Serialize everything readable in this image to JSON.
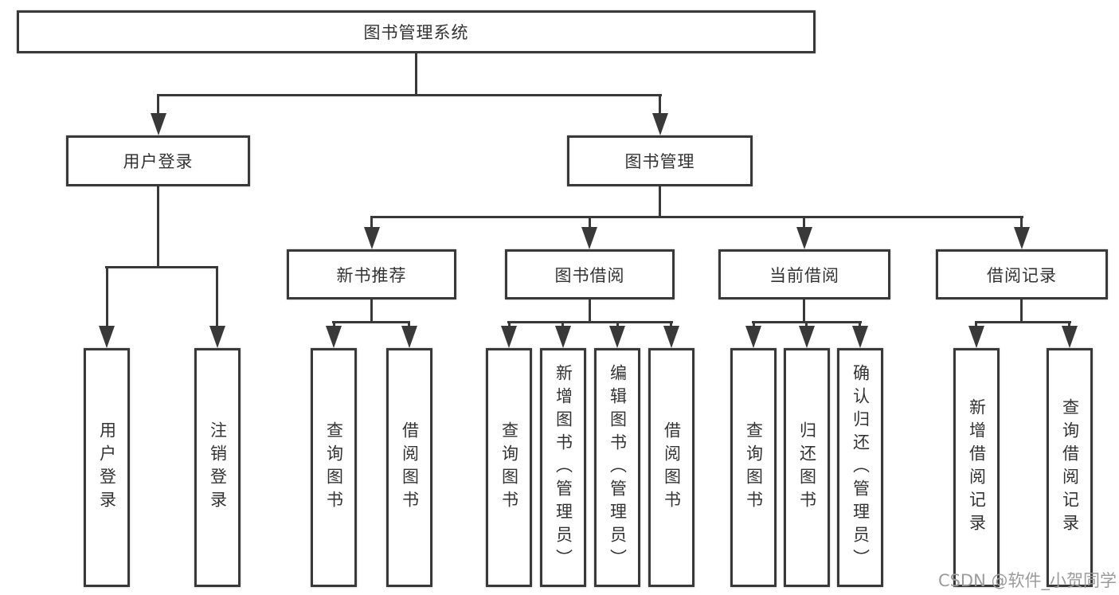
{
  "diagram_type": "hierarchy-tree",
  "watermark": "CSDN @软件_小贺同学",
  "colors": {
    "line": "#393939",
    "box_border": "#393939",
    "box_fill": "#ffffff",
    "text": "#333333",
    "watermark": "#9b9b9b",
    "background": "#ffffff"
  },
  "tree": {
    "label": "图书管理系统",
    "children": [
      {
        "label": "用户登录",
        "children": [
          {
            "label": "用户登录"
          },
          {
            "label": "注销登录"
          }
        ]
      },
      {
        "label": "图书管理",
        "children": [
          {
            "label": "新书推荐",
            "children": [
              {
                "label": "查询图书"
              },
              {
                "label": "借阅图书"
              }
            ]
          },
          {
            "label": "图书借阅",
            "children": [
              {
                "label": "查询图书"
              },
              {
                "label": "新增图书（管理员）"
              },
              {
                "label": "编辑图书（管理员）"
              },
              {
                "label": "借阅图书"
              }
            ]
          },
          {
            "label": "当前借阅",
            "children": [
              {
                "label": "查询图书"
              },
              {
                "label": "归还图书"
              },
              {
                "label": "确认归还（管理员）"
              }
            ]
          },
          {
            "label": "借阅记录",
            "children": [
              {
                "label": "新增借阅记录"
              },
              {
                "label": "查询借阅记录"
              }
            ]
          }
        ]
      }
    ]
  }
}
